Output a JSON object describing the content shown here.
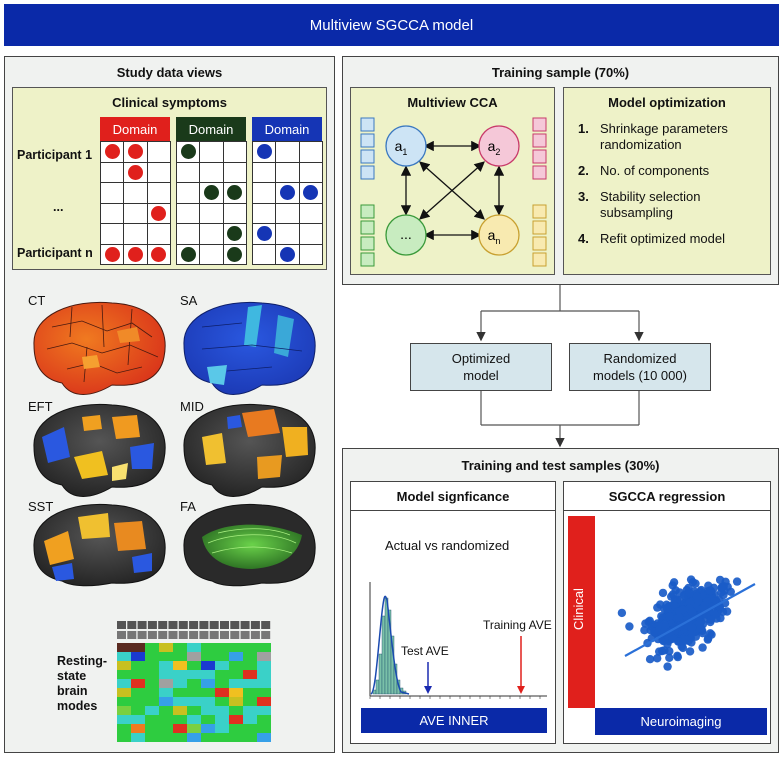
{
  "banner": {
    "title": "Multiview SGCCA model"
  },
  "study": {
    "title": "Study data views",
    "clinical": {
      "title": "Clinical symptoms",
      "domains": [
        {
          "label": "Domain",
          "color": "#e0201c"
        },
        {
          "label": "Domain",
          "color": "#1a3a1a"
        },
        {
          "label": "Domain",
          "color": "#1535b5"
        }
      ],
      "participant_first": "Participant 1",
      "participant_ellipsis": "...",
      "participant_last": "Participant n"
    },
    "modalities": [
      "CT",
      "SA",
      "EFT",
      "MID",
      "SST",
      "FA"
    ],
    "resting": {
      "line1": "Resting-",
      "line2": "state",
      "line3": "brain",
      "line4": "modes"
    }
  },
  "training": {
    "title": "Training sample (70%)",
    "mcca": {
      "title": "Multiview CCA",
      "node_a1": "a",
      "node_a1_sub": "1",
      "node_a2": "a",
      "node_a2_sub": "2",
      "node_dots": "...",
      "node_an": "a",
      "node_an_sub": "n"
    },
    "optimization": {
      "title": "Model optimization",
      "items": [
        {
          "num": "1.",
          "line1": "Shrinkage parameters",
          "line2": "randomization"
        },
        {
          "num": "2.",
          "line1": "No. of components",
          "line2": ""
        },
        {
          "num": "3.",
          "line1": "Stability selection",
          "line2": "subsampling"
        },
        {
          "num": "4.",
          "line1": "Refit optimized model",
          "line2": ""
        }
      ]
    }
  },
  "models": {
    "optimized": {
      "line1": "Optimized",
      "line2": "model"
    },
    "randomized": {
      "line1": "Randomized",
      "line2": "models (10 000)"
    }
  },
  "test": {
    "title": "Training and test samples (30%)",
    "significance": {
      "title": "Model signficance",
      "subtitle": "Actual vs randomized",
      "test_label": "Test AVE",
      "train_label": "Training AVE",
      "bar_label": "AVE INNER"
    },
    "regression": {
      "title": "SGCCA regression",
      "clinical_label": "Clinical",
      "neuro_label": "Neuroimaging"
    }
  },
  "colors": {
    "accent": "#0a29a8",
    "red": "#e0201c",
    "green": "#1a3a1a",
    "blue": "#1535b5",
    "scatter": "#1a5cc8"
  }
}
